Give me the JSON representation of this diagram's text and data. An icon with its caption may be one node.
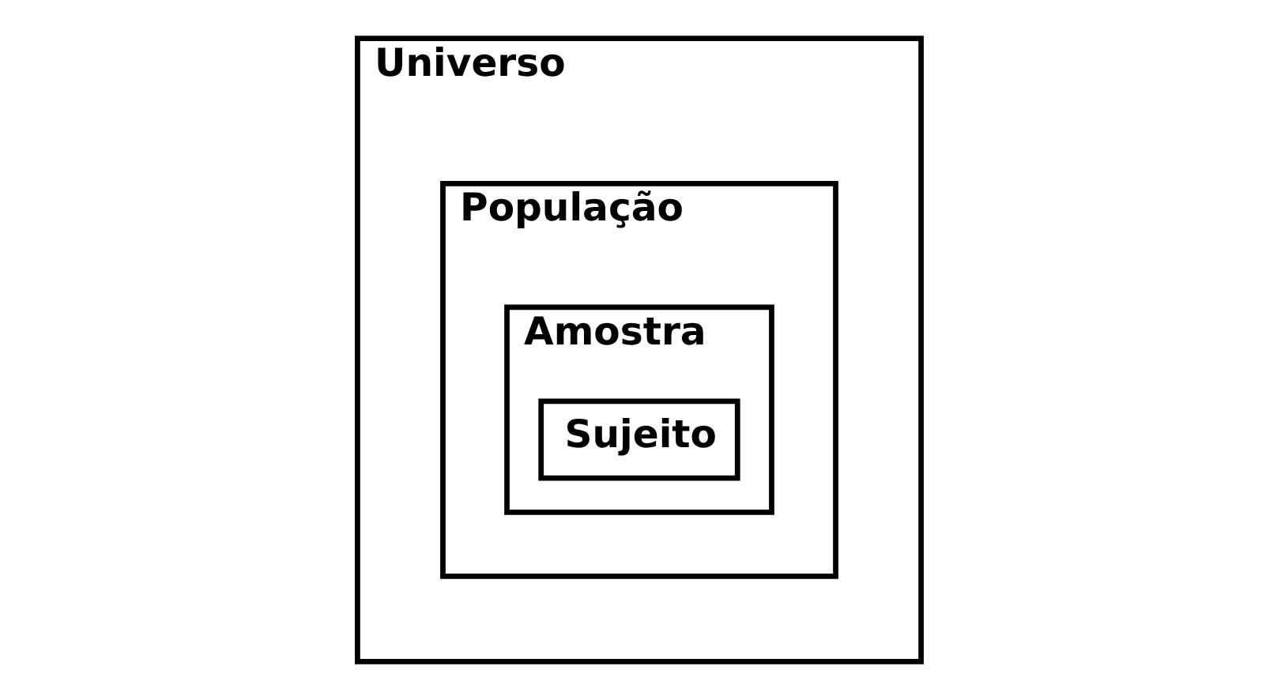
{
  "diagram": {
    "nodes": [
      {
        "text": [
          "Universo"
        ]
      },
      {
        "text": [
          "População"
        ],
        "in": 0
      },
      {
        "text": [
          "Amostra"
        ],
        "in": 1
      },
      {
        "text": [
          "Sujeito"
        ],
        "in": 2
      }
    ]
  }
}
